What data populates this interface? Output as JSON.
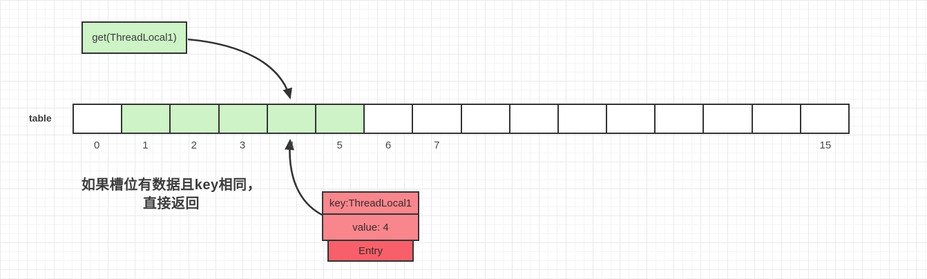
{
  "colors": {
    "green_fill": "#cdf3c6",
    "box_border": "#333333",
    "pink_fill": "#f9868d",
    "red_fill": "#f7606a",
    "arrow": "#333333",
    "text": "#3b3b3b"
  },
  "get_box": {
    "label": "get(ThreadLocal1)"
  },
  "table": {
    "label": "table",
    "cells": [
      {
        "index": "0",
        "filled": false,
        "show_label": true
      },
      {
        "index": "1",
        "filled": true,
        "show_label": true
      },
      {
        "index": "2",
        "filled": true,
        "show_label": true
      },
      {
        "index": "3",
        "filled": true,
        "show_label": true
      },
      {
        "index": "4",
        "filled": true,
        "show_label": true
      },
      {
        "index": "5",
        "filled": true,
        "show_label": true
      },
      {
        "index": "6",
        "filled": false,
        "show_label": true
      },
      {
        "index": "7",
        "filled": false,
        "show_label": true
      },
      {
        "index": "8",
        "filled": false,
        "show_label": false
      },
      {
        "index": "9",
        "filled": false,
        "show_label": false
      },
      {
        "index": "10",
        "filled": false,
        "show_label": false
      },
      {
        "index": "11",
        "filled": false,
        "show_label": false
      },
      {
        "index": "12",
        "filled": false,
        "show_label": false
      },
      {
        "index": "13",
        "filled": false,
        "show_label": false
      },
      {
        "index": "14",
        "filled": false,
        "show_label": false
      },
      {
        "index": "15",
        "filled": false,
        "show_label": true
      }
    ]
  },
  "note": {
    "line1": "如果槽位有数据且key相同，",
    "line2": "直接返回"
  },
  "entry": {
    "key": "key:ThreadLocal1",
    "value": "value: 4",
    "label": "Entry"
  }
}
